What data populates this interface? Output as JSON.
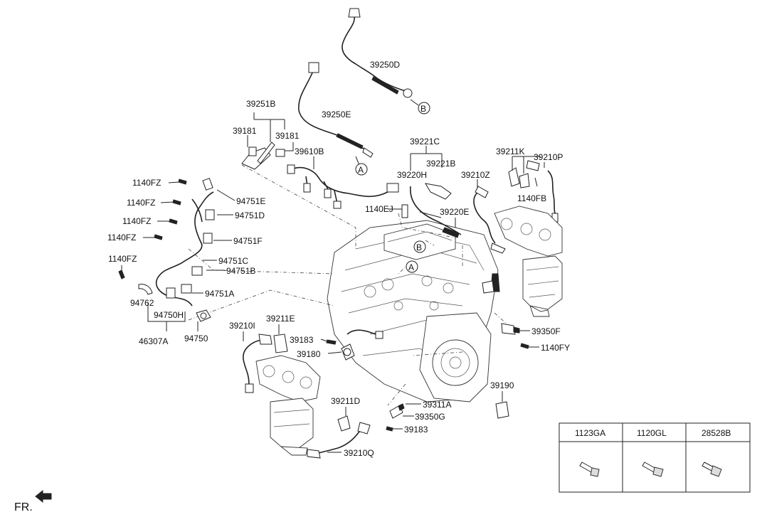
{
  "callouts": {
    "c39250D": "39250D",
    "c39250E": "39250E",
    "c39251B": "39251B",
    "c39181a": "39181",
    "c39181b": "39181",
    "c39610B": "39610B",
    "c39221C": "39221C",
    "c39221B": "39221B",
    "c39220H": "39220H",
    "c39210Z": "39210Z",
    "c39211K": "39211K",
    "c39210P": "39210P",
    "c1140FB": "1140FB",
    "c1140EJ": "1140EJ",
    "c39220E": "39220E",
    "c1140FZa": "1140FZ",
    "c1140FZb": "1140FZ",
    "c1140FZc": "1140FZ",
    "c1140FZd": "1140FZ",
    "c1140FZe": "1140FZ",
    "c94751E": "94751E",
    "c94751D": "94751D",
    "c94751F": "94751F",
    "c94751C": "94751C",
    "c94751B": "94751B",
    "c94751A": "94751A",
    "c94762": "94762",
    "c94750H": "94750H",
    "c94750": "94750",
    "c46307A": "46307A",
    "c39210I": "39210I",
    "c39211E": "39211E",
    "c39183a": "39183",
    "c39180": "39180",
    "c39350F": "39350F",
    "c1140FY": "1140FY",
    "c39190": "39190",
    "c39211D": "39211D",
    "c39311A": "39311A",
    "c39350G": "39350G",
    "c39183b": "39183",
    "c39210Q": "39210Q"
  },
  "markers": {
    "A": "A",
    "B": "B"
  },
  "fasteners_table": {
    "headers": [
      "1123GA",
      "1120GL",
      "28528B"
    ]
  },
  "direction_label": "FR."
}
